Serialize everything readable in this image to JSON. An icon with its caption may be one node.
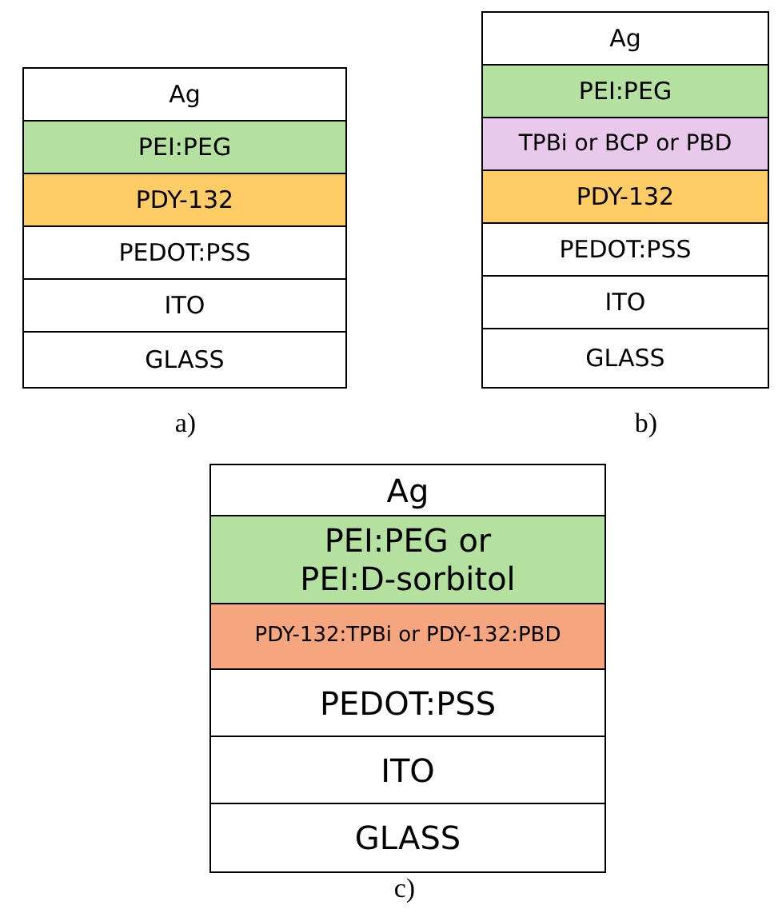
{
  "diagram": {
    "nodes": [
      {
        "text": [
          "Ag"
        ]
      },
      {
        "text": [
          "PEI:PEG"
        ]
      },
      {
        "text": [
          "PDY-132"
        ]
      },
      {
        "text": [
          "PEDOT:PSS"
        ]
      },
      {
        "text": [
          "ITO"
        ]
      },
      {
        "text": [
          "GLASS"
        ]
      },
      {
        "text": [
          "Ag"
        ]
      },
      {
        "text": [
          "PEI:PEG"
        ]
      },
      {
        "text": [
          "TPBi or BCP or PBD"
        ]
      },
      {
        "text": [
          "PDY-132"
        ]
      },
      {
        "text": [
          "PEDOT:PSS"
        ]
      },
      {
        "text": [
          "ITO"
        ]
      },
      {
        "text": [
          "GLASS"
        ]
      },
      {
        "text": [
          "Ag"
        ]
      },
      {
        "text": [
          "PEI:PEG or PEI:D-sorbitol"
        ]
      },
      {
        "text": [
          "PDY-132:TPBi or PDY-132:PBD"
        ]
      },
      {
        "text": [
          "PEDOT:PSS"
        ]
      },
      {
        "text": [
          "ITO"
        ]
      },
      {
        "text": [
          "GLASS"
        ]
      }
    ],
    "labels": [
      "a)",
      "b)",
      "c)"
    ]
  }
}
